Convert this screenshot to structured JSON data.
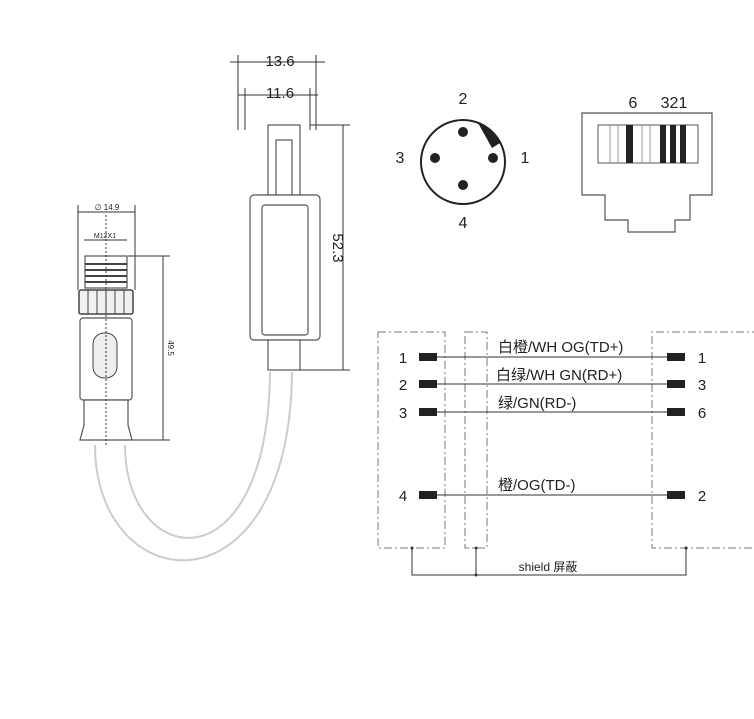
{
  "dimensions": {
    "rj45_width_outer": "13.6",
    "rj45_width_inner": "11.6",
    "rj45_length": "52.3",
    "m12_diameter": "∅ 14.9",
    "m12_thread": "M12X1",
    "m12_length": "49.5"
  },
  "m12_face_pins": [
    "1",
    "2",
    "3",
    "4"
  ],
  "rj45_face_labels": {
    "left": "6",
    "right": "321"
  },
  "wiring": {
    "rows": [
      {
        "left_pin": "1",
        "right_pin": "1",
        "label": "白橙/WH OG(TD+)"
      },
      {
        "left_pin": "2",
        "right_pin": "3",
        "label": "白绿/WH GN(RD+)"
      },
      {
        "left_pin": "3",
        "right_pin": "6",
        "label": "绿/GN(RD-)"
      },
      {
        "left_pin": "4",
        "right_pin": "2",
        "label": "橙/OG(TD-)"
      }
    ],
    "shield_label": "shield 屏蔽"
  }
}
